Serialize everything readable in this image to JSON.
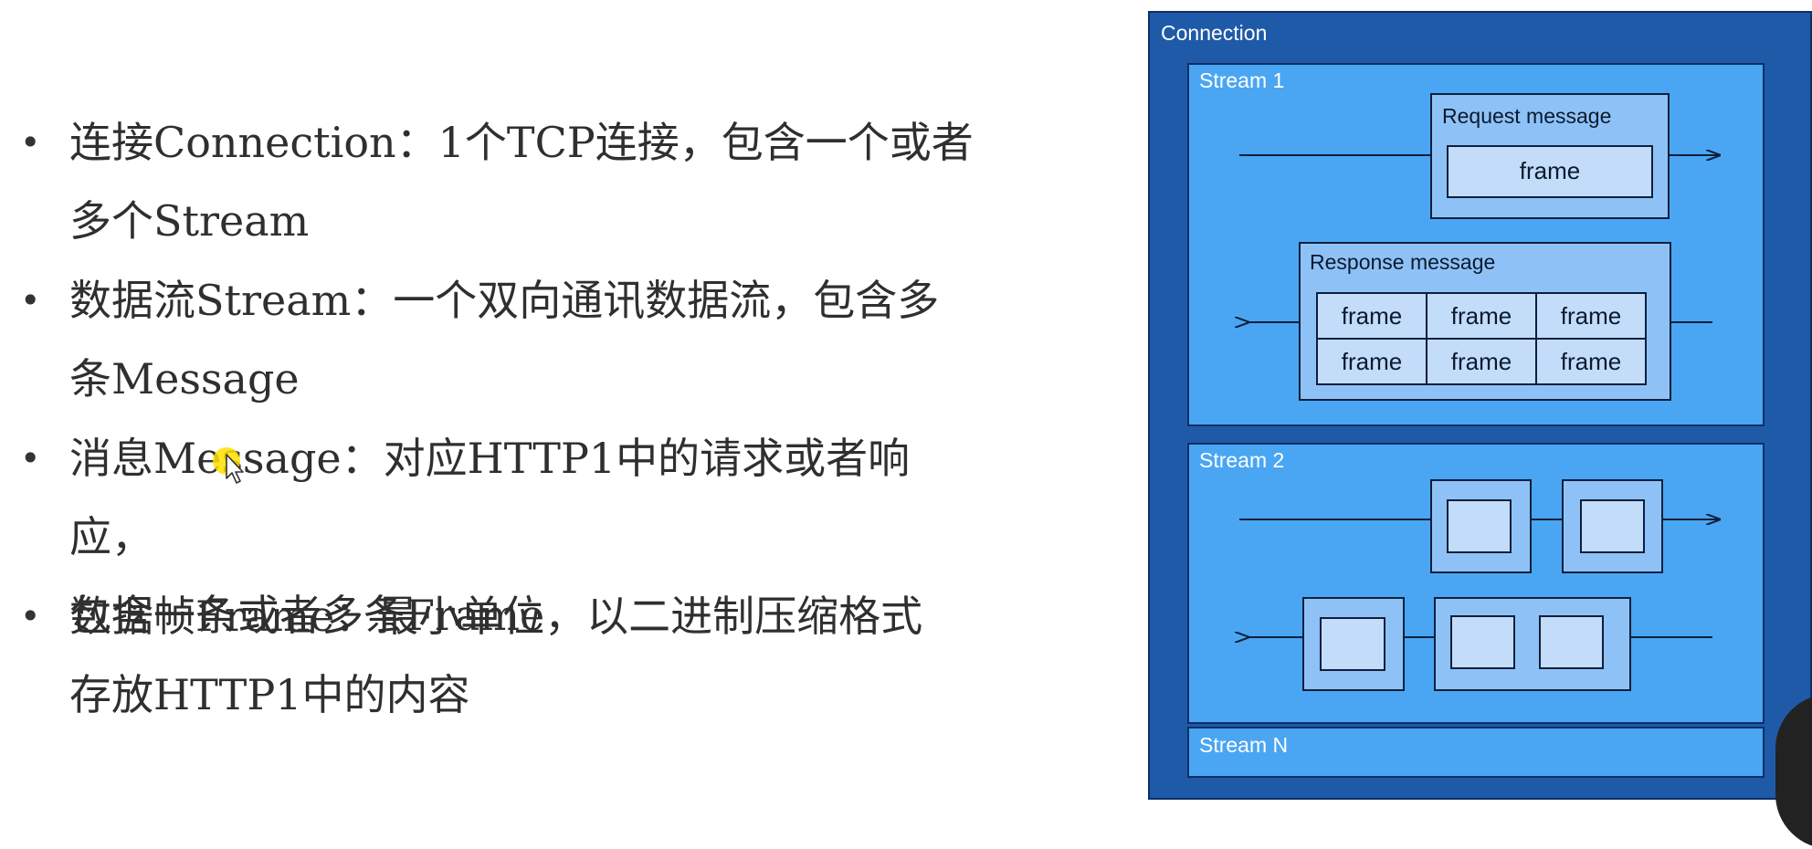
{
  "bullets": [
    {
      "marker": "•",
      "text": "连接Connection：1个TCP连接，包含一个或者\n多个Stream"
    },
    {
      "marker": "•",
      "text": "数据流Stream：一个双向通讯数据流，包含多\n条Message"
    },
    {
      "marker": "•",
      "text": "消息Message：对应HTTP1中的请求或者响应，\n包含一条或者多条Frame"
    },
    {
      "marker": "•",
      "text": "数据帧Frame：最小单位，以二进制压缩格式\n存放HTTP1中的内容"
    }
  ],
  "diagram": {
    "connection_label": "Connection",
    "stream1": {
      "label": "Stream 1",
      "request": {
        "label": "Request message",
        "frame": "frame"
      },
      "response": {
        "label": "Response message",
        "frames": [
          "frame",
          "frame",
          "frame",
          "frame",
          "frame",
          "frame"
        ]
      }
    },
    "stream2": {
      "label": "Stream 2"
    },
    "streamN": {
      "label": "Stream N"
    }
  },
  "colors": {
    "connection_bg": "#1f5aa8",
    "stream_bg": "#4aa6f2",
    "message_bg": "#8ec2f7",
    "frame_bg": "#c3dcf9",
    "line": "#0d1f3c",
    "text": "#0b1a2e"
  }
}
